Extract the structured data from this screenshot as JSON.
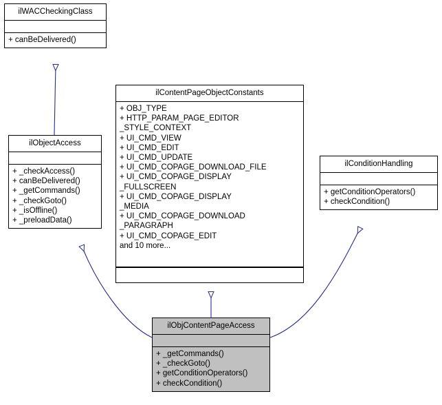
{
  "diagram": {
    "type": "uml-class-inheritance",
    "title": "ilObjContentPageAccess class inheritance diagram",
    "background_color": "#ffffff",
    "edge_color": "#2a2a8c",
    "node_border_color": "#000000",
    "node_fill_color": "#ffffff",
    "highlight_fill_color": "#c0c0c0"
  },
  "nodes": [
    {
      "id": "ilWACCheckingClass",
      "name": "ilWACCheckingClass",
      "highlighted": false,
      "attributes": [],
      "operations": [
        "+ canBeDelivered()"
      ],
      "has_tail_compartment": false
    },
    {
      "id": "ilObjectAccess",
      "name": "ilObjectAccess",
      "highlighted": false,
      "attributes": [],
      "operations": [
        "+ _checkAccess()",
        "+ canBeDelivered()",
        "+ _getCommands()",
        "+ _checkGoto()",
        "+ _isOffline()",
        "+ _preloadData()"
      ],
      "has_tail_compartment": false
    },
    {
      "id": "ilContentPageObjectConstants",
      "name": "ilContentPageObjectConstants",
      "highlighted": false,
      "attributes": [
        "+ OBJ_TYPE",
        "+ HTTP_PARAM_PAGE_EDITOR",
        "_STYLE_CONTEXT",
        "+ UI_CMD_VIEW",
        "+ UI_CMD_EDIT",
        "+ UI_CMD_UPDATE",
        "+ UI_CMD_COPAGE_DOWNLOAD_FILE",
        "+ UI_CMD_COPAGE_DISPLAY",
        "_FULLSCREEN",
        "+ UI_CMD_COPAGE_DISPLAY",
        "_MEDIA",
        "+ UI_CMD_COPAGE_DOWNLOAD",
        "_PARAGRAPH",
        "+ UI_CMD_COPAGE_EDIT",
        "and 10 more..."
      ],
      "operations": [],
      "has_tail_compartment": true
    },
    {
      "id": "ilConditionHandling",
      "name": "ilConditionHandling",
      "highlighted": false,
      "attributes": [],
      "operations": [
        "+ getConditionOperators()",
        "+ checkCondition()"
      ],
      "has_tail_compartment": false
    },
    {
      "id": "ilObjContentPageAccess",
      "name": "ilObjContentPageAccess",
      "highlighted": true,
      "attributes": [],
      "operations": [
        "+ _getCommands()",
        "+ _checkGoto()",
        "+ getConditionOperators()",
        "+ checkCondition()"
      ],
      "has_tail_compartment": false
    }
  ],
  "edges": [
    {
      "from": "ilObjectAccess",
      "to": "ilWACCheckingClass",
      "kind": "generalization"
    },
    {
      "from": "ilObjContentPageAccess",
      "to": "ilObjectAccess",
      "kind": "generalization"
    },
    {
      "from": "ilObjContentPageAccess",
      "to": "ilContentPageObjectConstants",
      "kind": "generalization"
    },
    {
      "from": "ilObjContentPageAccess",
      "to": "ilConditionHandling",
      "kind": "generalization"
    }
  ]
}
